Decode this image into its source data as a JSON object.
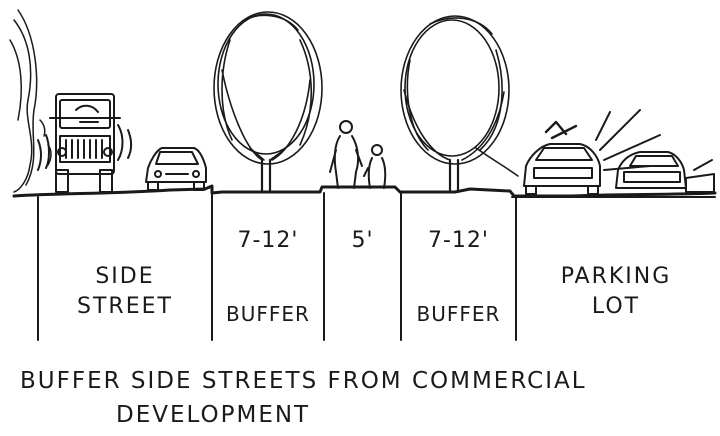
{
  "zones": [
    {
      "id": "side-street",
      "line1": "SIDE",
      "line2": "STREET",
      "width": ""
    },
    {
      "id": "buffer-left",
      "line1": "BUFFER",
      "line2": "",
      "width": "7-12'"
    },
    {
      "id": "sidewalk",
      "line1": "",
      "line2": "",
      "width": "5'"
    },
    {
      "id": "buffer-right",
      "line1": "BUFFER",
      "line2": "",
      "width": "7-12'"
    },
    {
      "id": "parking-lot",
      "line1": "PARKING",
      "line2": "LOT",
      "width": ""
    }
  ],
  "caption": {
    "line1": "BUFFER SIDE STREETS FROM COMMERCIAL",
    "line2": "DEVELOPMENT"
  },
  "colors": {
    "ink": "#1a1a1a",
    "paper": "#ffffff"
  },
  "icons": [
    "truck-icon",
    "car-icon",
    "tree-icon",
    "pedestrians-icon",
    "parked-cars-icon"
  ]
}
